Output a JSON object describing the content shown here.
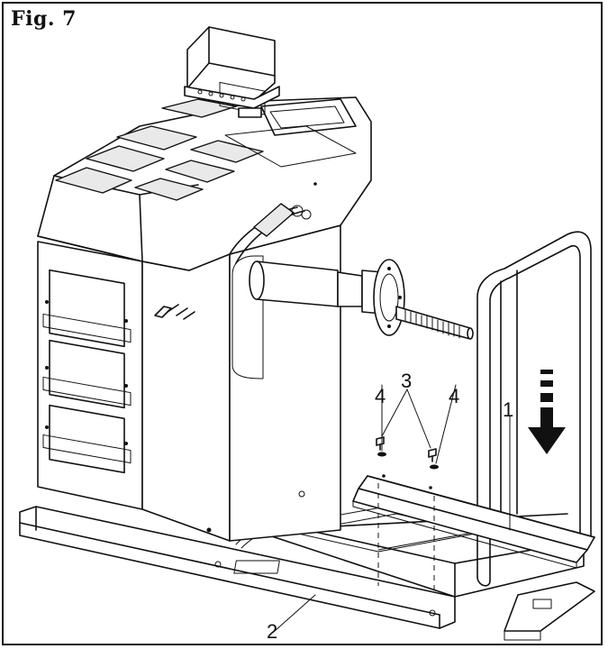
{
  "figure": {
    "label": "Fig. 7"
  },
  "callouts": [
    {
      "id": "1",
      "text": "1"
    },
    {
      "id": "2",
      "text": "2"
    },
    {
      "id": "3",
      "text": "3"
    },
    {
      "id": "4a",
      "text": "4"
    },
    {
      "id": "4b",
      "text": "4"
    }
  ],
  "colors": {
    "ink": "#111111",
    "paper": "#ffffff"
  }
}
